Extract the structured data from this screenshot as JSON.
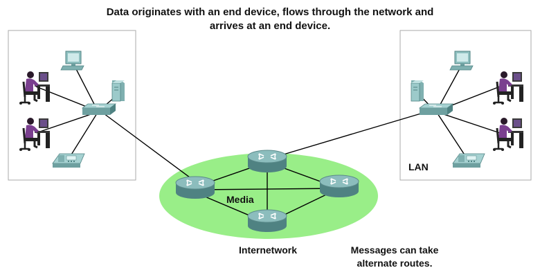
{
  "title": "Data originates with an end device, flows through the network and arrives at an end device.",
  "labels": {
    "media": "Media",
    "internetwork": "Internetwork",
    "lan": "LAN",
    "messages": "Messages can take alternate routes."
  },
  "icons": {
    "router": "router-icon",
    "switch": "switch-icon",
    "pc": "pc-icon",
    "server": "server-icon",
    "phone": "ip-phone-icon",
    "user": "user-workstation-icon"
  },
  "colors": {
    "cloud": "#99ee88",
    "router": "#7fb0b0",
    "device": "#8fc0c0",
    "user": "#7a3f8f",
    "link": "#000000",
    "box_border": "#aaaaaa"
  }
}
